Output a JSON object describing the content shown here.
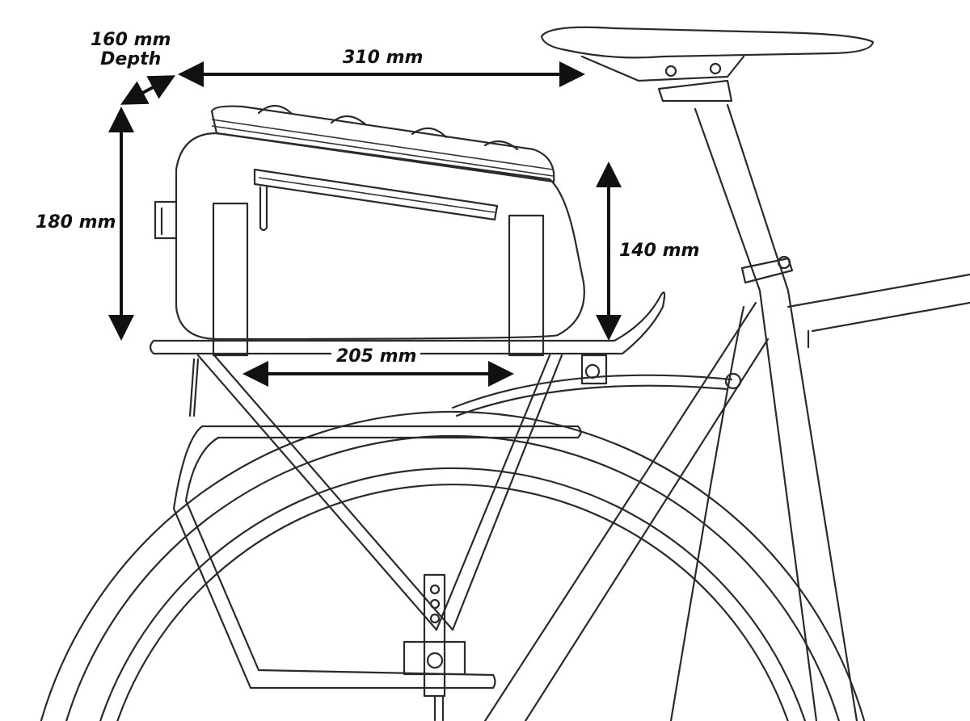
{
  "dimensions": {
    "depth": {
      "value": "160 mm",
      "label": "Depth"
    },
    "length": "310 mm",
    "height": "180 mm",
    "height_rear": "140 mm",
    "base_length": "205 mm"
  },
  "colors": {
    "line": "#2a2a2a",
    "background": "#ffffff"
  }
}
